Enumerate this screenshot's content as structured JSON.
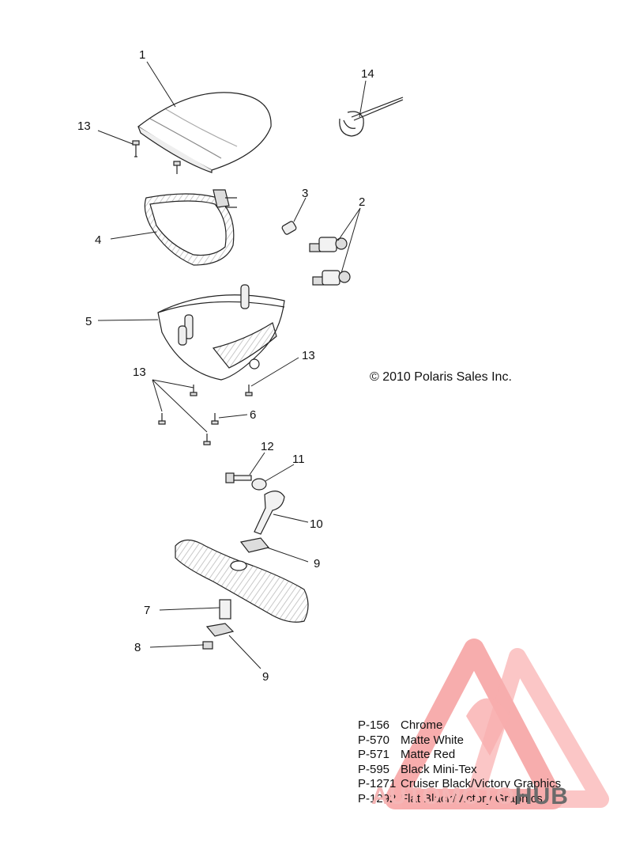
{
  "callouts": [
    {
      "id": "c1",
      "text": "1"
    },
    {
      "id": "c2",
      "text": "2"
    },
    {
      "id": "c3",
      "text": "3"
    },
    {
      "id": "c4",
      "text": "4"
    },
    {
      "id": "c5",
      "text": "5"
    },
    {
      "id": "c6",
      "text": "6"
    },
    {
      "id": "c7",
      "text": "7"
    },
    {
      "id": "c8",
      "text": "8"
    },
    {
      "id": "c9a",
      "text": "9"
    },
    {
      "id": "c9b",
      "text": "9"
    },
    {
      "id": "c10",
      "text": "10"
    },
    {
      "id": "c11",
      "text": "11"
    },
    {
      "id": "c12",
      "text": "12"
    },
    {
      "id": "c13a",
      "text": "13"
    },
    {
      "id": "c13b",
      "text": "13"
    },
    {
      "id": "c13c",
      "text": "13"
    },
    {
      "id": "c14",
      "text": "14"
    }
  ],
  "copyright": "© 2010 Polaris Sales Inc.",
  "paint_codes": [
    {
      "code": "P-156",
      "name": "Chrome"
    },
    {
      "code": "P-570",
      "name": "Matte White"
    },
    {
      "code": "P-571",
      "name": "Matte Red"
    },
    {
      "code": "P-595",
      "name": "Black Mini-Tex"
    },
    {
      "code": "P-1271",
      "name": "Cruiser Black/Victory Graphics"
    },
    {
      "code": "P-1292",
      "name": "Flat Black/Victory Graphics"
    }
  ],
  "watermark": {
    "word_a": "AUTOMOTO",
    "word_b": "HUB",
    "color_a": "#f4b6b6",
    "color_b": "#6b6b6b",
    "logo_color": "#f26b6b"
  },
  "colors": {
    "line": "#222222",
    "shade": "#bbbbbb"
  }
}
